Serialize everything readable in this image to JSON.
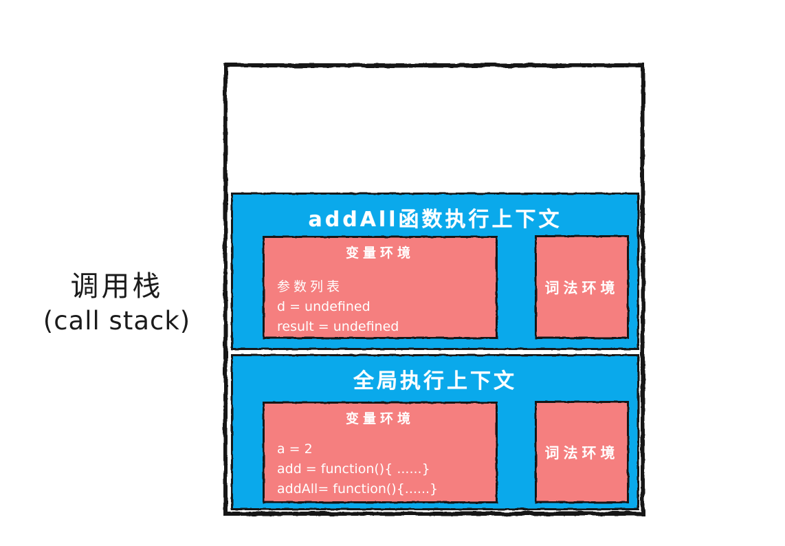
{
  "diagram": {
    "label": {
      "line1": "调用栈",
      "line2": "(call stack)"
    },
    "colors": {
      "frame_blue": "#0aa9eb",
      "env_red": "#f57f7f",
      "ink": "#161616",
      "text_white": "#ffffff"
    },
    "frames": [
      {
        "title": "addAll函数执行上下文",
        "variable_env": {
          "title": "变量环境",
          "lines": [
            "参数列表",
            "d = undefined",
            "result = undefined"
          ]
        },
        "lexical_env": {
          "title": "词法环境"
        }
      },
      {
        "title": "全局执行上下文",
        "variable_env": {
          "title": "变量环境",
          "lines": [
            "a = 2",
            "add = function(){ ......}",
            "addAll= function(){......}"
          ]
        },
        "lexical_env": {
          "title": "词法环境"
        }
      }
    ]
  }
}
